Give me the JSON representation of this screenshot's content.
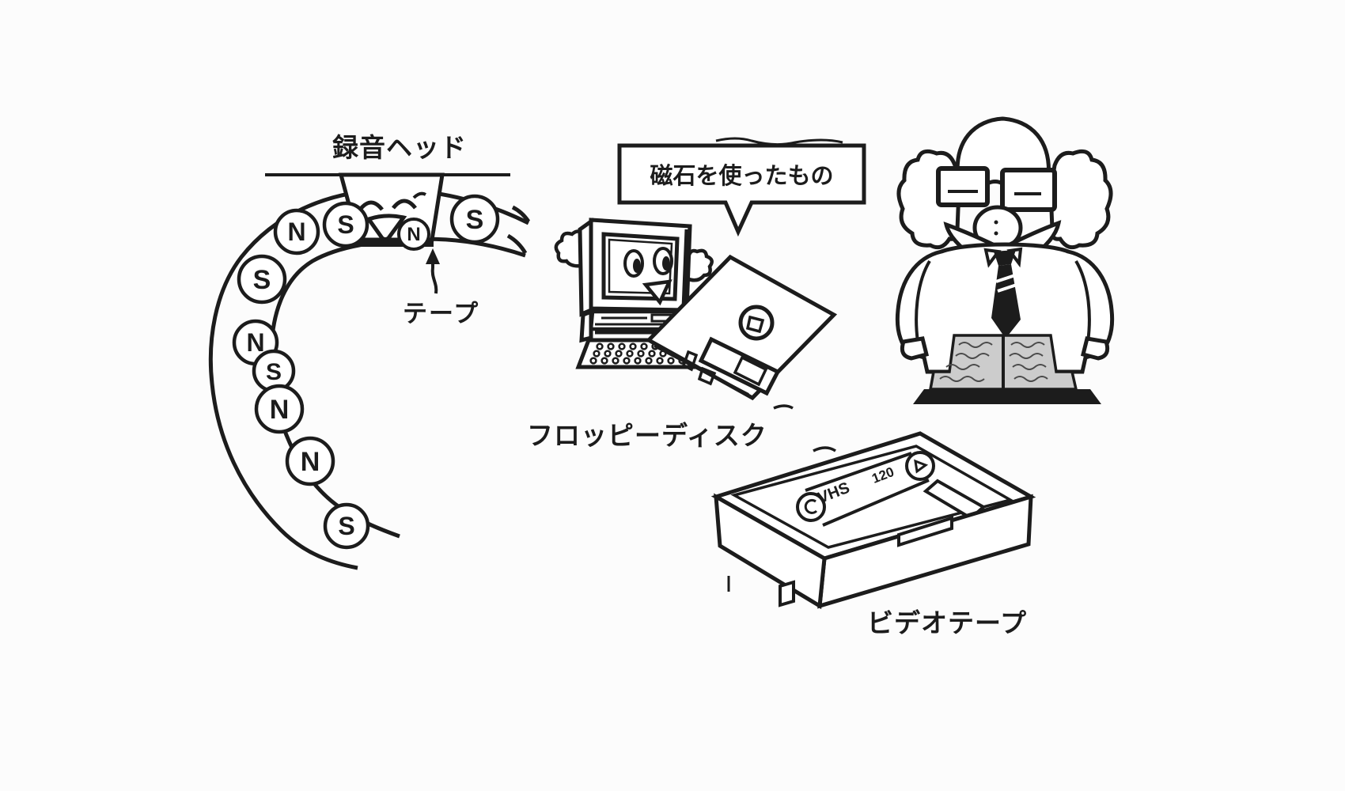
{
  "colors": {
    "ink": "#1c1c1c",
    "paper": "#fcfcfc"
  },
  "labels": {
    "recording_head": "録音ヘッド",
    "tape": "テープ",
    "floppy_disk": "フロッピーディスク",
    "video_tape": "ビデオテープ"
  },
  "speech_bubble": {
    "text": "磁石を使ったもの"
  },
  "tape": {
    "poles": [
      "N",
      "S",
      "N",
      "S",
      "S",
      "N",
      "S",
      "N",
      "N",
      "S"
    ]
  },
  "cassette": {
    "format_text": "VHS",
    "duration_text": "120"
  }
}
